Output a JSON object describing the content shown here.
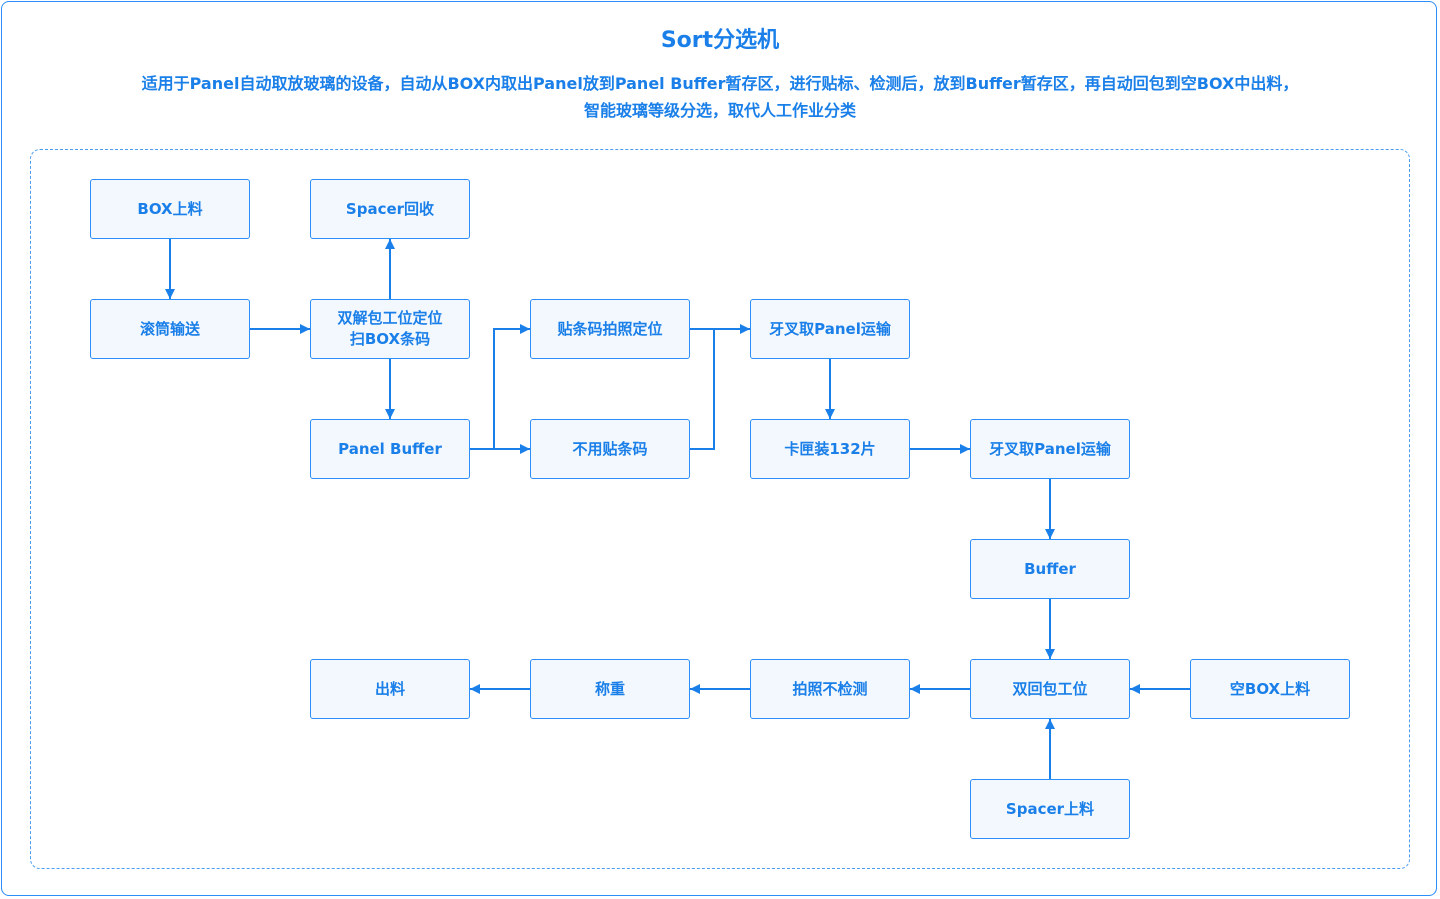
{
  "header": {
    "title": "Sort分选机",
    "description_line1": "适用于Panel自动取放玻璃的设备，自动从BOX内取出Panel放到Panel Buffer暂存区，进行贴标、检测后，放到Buffer暂存区，再自动回包到空BOX中出料，",
    "description_line2": "智能玻璃等级分选，取代人工作业分类"
  },
  "nodes": {
    "box_load": "BOX上料",
    "spacer_recycle": "Spacer回收",
    "roller_conveyor": "滚筒输送",
    "dual_unpack": "双解包工位定位\n扫BOX条码",
    "label_photo": "贴条码拍照定位",
    "fork_transport_1": "牙叉取Panel运输",
    "panel_buffer": "Panel Buffer",
    "no_label": "不用贴条码",
    "cassette_132": "卡匣装132片",
    "fork_transport_2": "牙叉取Panel运输",
    "buffer": "Buffer",
    "output": "出料",
    "weigh": "称重",
    "photo_no_inspect": "拍照不检测",
    "dual_repack": "双回包工位",
    "empty_box_load": "空BOX上料",
    "spacer_load": "Spacer上料"
  },
  "colors": {
    "accent": "#1a7fe8",
    "border": "#2c8ef8",
    "node_fill": "#f3f8fe"
  }
}
